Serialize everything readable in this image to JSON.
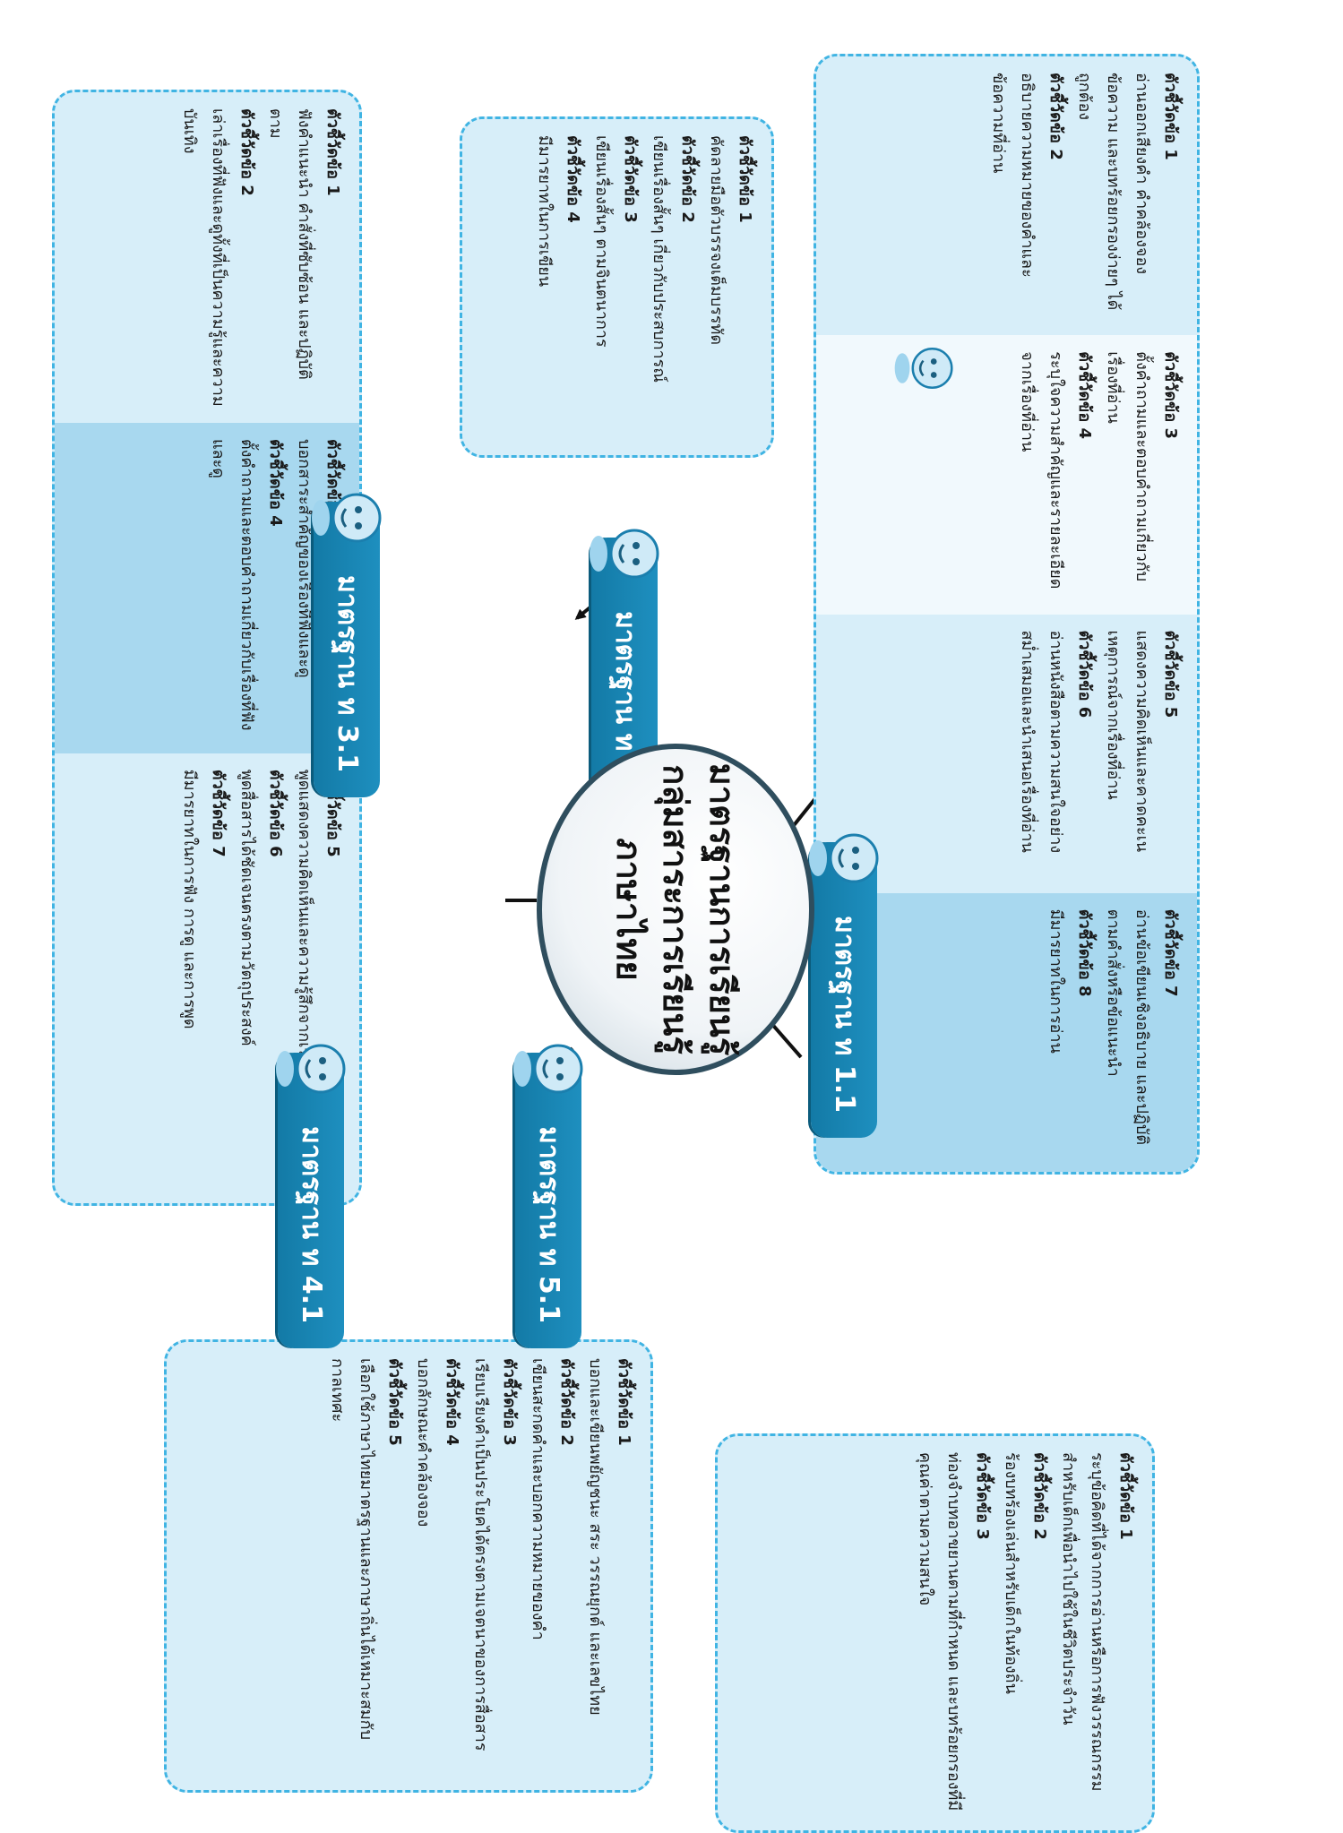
{
  "center": {
    "line1": "มาตรฐานการเรียนรู้",
    "line2": "กลุ่มสาระการเรียนรู้",
    "line3": "ภาษาไทย"
  },
  "standards": [
    {
      "label": "มาตรฐาน ท 1.1",
      "indicators": [
        {
          "title": "ตัวชี้วัดข้อ 1",
          "text": "อ่านออกเสียงคำ คำคล้องจอง ข้อความ และบทร้อยกรองง่ายๆ ได้ถูกต้อง"
        },
        {
          "title": "ตัวชี้วัดข้อ 2",
          "text": "อธิบายความหมายของคำและข้อความที่อ่าน"
        },
        {
          "title": "ตัวชี้วัดข้อ 3",
          "text": "ตั้งคำถามและตอบคำถามเกี่ยวกับเรื่องที่อ่าน"
        },
        {
          "title": "ตัวชี้วัดข้อ 4",
          "text": "ระบุใจความสำคัญและรายละเอียดจากเรื่องที่อ่าน"
        },
        {
          "title": "ตัวชี้วัดข้อ 5",
          "text": "แสดงความคิดเห็นและคาดคะเนเหตุการณ์จากเรื่องที่อ่าน"
        },
        {
          "title": "ตัวชี้วัดข้อ 6",
          "text": "อ่านหนังสือตามความสนใจอย่างสม่ำเสมอและนำเสนอเรื่องที่อ่าน"
        },
        {
          "title": "ตัวชี้วัดข้อ 7",
          "text": "อ่านข้อเขียนเชิงอธิบาย และปฏิบัติตามคำสั่งหรือข้อแนะนำ"
        },
        {
          "title": "ตัวชี้วัดข้อ 8",
          "text": "มีมารยาทในการอ่าน"
        }
      ]
    },
    {
      "label": "มาตรฐาน ท 2.1",
      "indicators": [
        {
          "title": "ตัวชี้วัดข้อ 1",
          "text": "คัดลายมือตัวบรรจงเต็มบรรทัด"
        },
        {
          "title": "ตัวชี้วัดข้อ 2",
          "text": "เขียนเรื่องสั้นๆ เกี่ยวกับประสบการณ์"
        },
        {
          "title": "ตัวชี้วัดข้อ 3",
          "text": "เขียนเรื่องสั้นๆ ตามจินตนาการ"
        },
        {
          "title": "ตัวชี้วัดข้อ 4",
          "text": "มีมารยาทในการเขียน"
        }
      ]
    },
    {
      "label": "มาตรฐาน ท 3.1",
      "indicators": [
        {
          "title": "ตัวชี้วัดข้อ 1",
          "text": "ฟังคำแนะนำ คำสั่งที่ซับซ้อน และปฏิบัติตาม"
        },
        {
          "title": "ตัวชี้วัดข้อ 2",
          "text": "เล่าเรื่องที่ฟังและดูทั้งที่เป็นความรู้และความบันเทิง"
        },
        {
          "title": "ตัวชี้วัดข้อ 3",
          "text": "บอกสาระสำคัญของเรื่องที่ฟังและดู"
        },
        {
          "title": "ตัวชี้วัดข้อ 4",
          "text": "ตั้งคำถามและตอบคำถามเกี่ยวกับเรื่องที่ฟังและดู"
        },
        {
          "title": "ตัวชี้วัดข้อ 5",
          "text": "พูดแสดงความคิดเห็นและความรู้สึกจากเรื่องที่ฟังและดู"
        },
        {
          "title": "ตัวชี้วัดข้อ 6",
          "text": "พูดสื่อสารได้ชัดเจนตรงตามวัตถุประสงค์"
        },
        {
          "title": "ตัวชี้วัดข้อ 7",
          "text": "มีมารยาทในการฟัง การดู และการพูด"
        }
      ]
    },
    {
      "label": "มาตรฐาน ท 4.1",
      "indicators": [
        {
          "title": "ตัวชี้วัดข้อ 1",
          "text": "บอกและเขียนพยัญชนะ สระ วรรณยุกต์ และเลขไทย"
        },
        {
          "title": "ตัวชี้วัดข้อ 2",
          "text": "เขียนสะกดคำและบอกความหมายของคำ"
        },
        {
          "title": "ตัวชี้วัดข้อ 3",
          "text": "เรียบเรียงคำเป็นประโยคได้ตรงตามเจตนาของการสื่อสาร"
        },
        {
          "title": "ตัวชี้วัดข้อ 4",
          "text": "บอกลักษณะคำคล้องจอง"
        },
        {
          "title": "ตัวชี้วัดข้อ 5",
          "text": "เลือกใช้ภาษาไทยมาตรฐานและภาษาถิ่นได้เหมาะสมกับกาลเทศะ"
        }
      ]
    },
    {
      "label": "มาตรฐาน ท 5.1",
      "indicators": [
        {
          "title": "ตัวชี้วัดข้อ 1",
          "text": "ระบุข้อคิดที่ได้จากการอ่านหรือการฟังวรรณกรรมสำหรับเด็กเพื่อนำไปใช้ในชีวิตประจำวัน"
        },
        {
          "title": "ตัวชี้วัดข้อ 2",
          "text": "ร้องบทร้องเล่นสำหรับเด็กในท้องถิ่น"
        },
        {
          "title": "ตัวชี้วัดข้อ 3",
          "text": "ท่องจำบทอาขยานตามที่กำหนด และบทร้อยกรองที่มีคุณค่าตามความสนใจ"
        }
      ]
    }
  ],
  "colors": {
    "badge": "#1a86b5",
    "box_fill": "#d7eef9",
    "box_border": "#40b4e3",
    "center_border": "#2f4e5e"
  }
}
